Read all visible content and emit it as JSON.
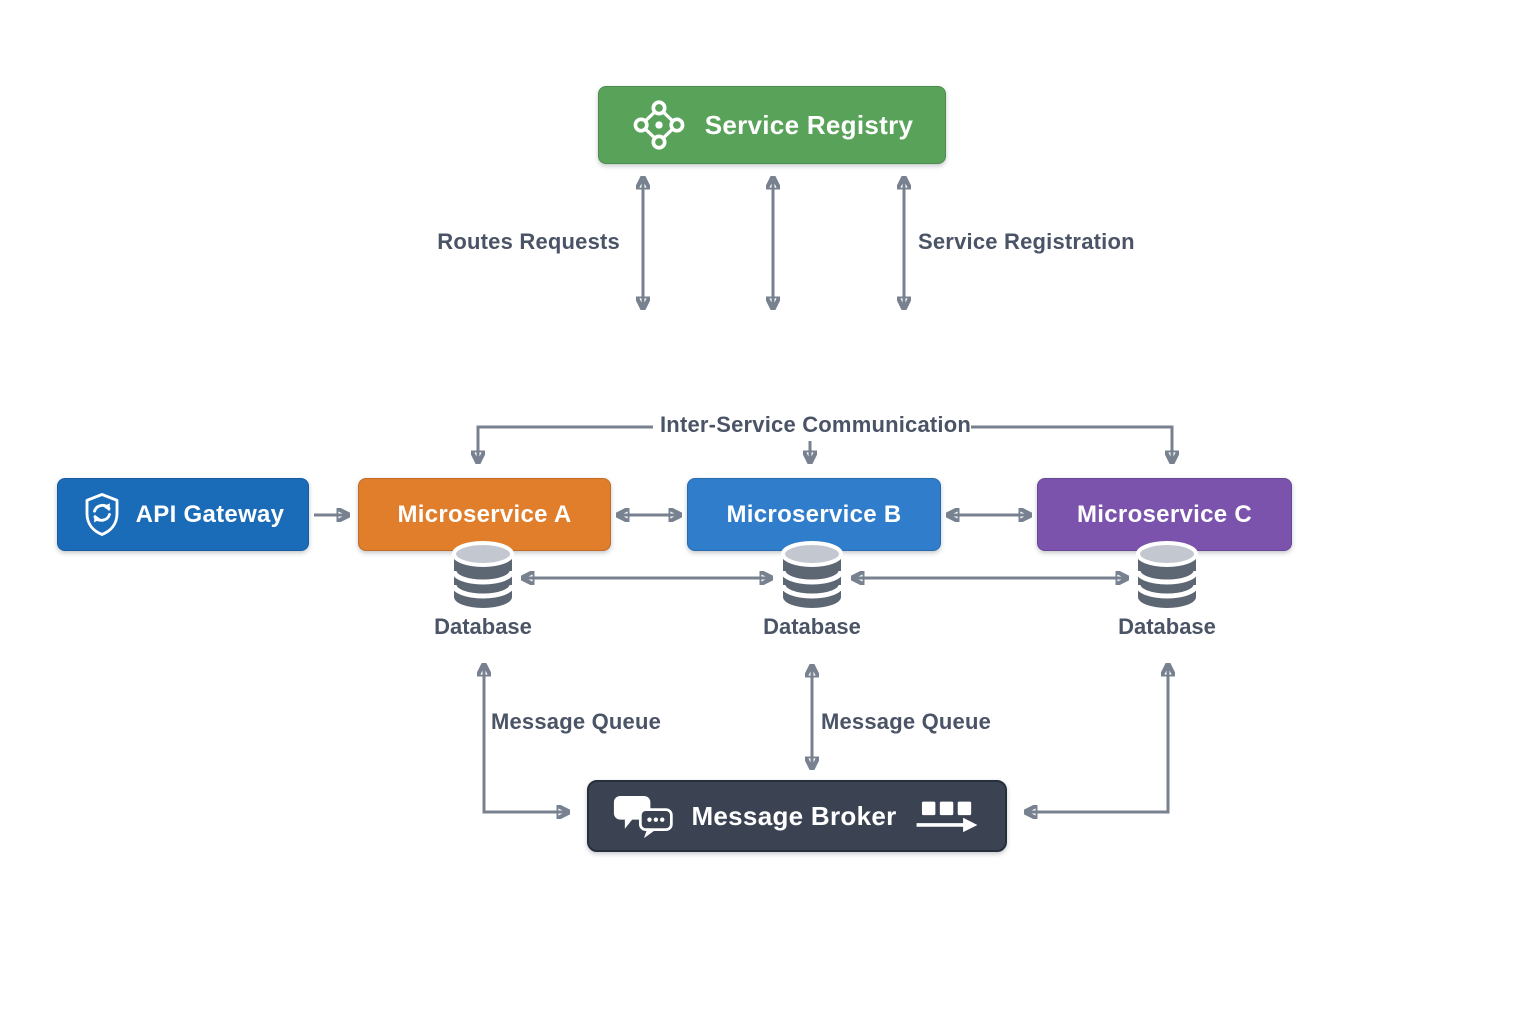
{
  "nodes": {
    "service_registry": {
      "label": "Service Registry",
      "color": "#58a259",
      "icon": "network-diamond-icon"
    },
    "api_gateway": {
      "label": "API Gateway",
      "color": "#1b6cb8",
      "icon": "shield-sync-icon"
    },
    "microservice_a": {
      "label": "Microservice A",
      "color": "#e07e2b"
    },
    "microservice_b": {
      "label": "Microservice B",
      "color": "#2f7dcb"
    },
    "microservice_c": {
      "label": "Microservice C",
      "color": "#7b53ad"
    },
    "database_a": {
      "label": "Database",
      "icon": "database-cylinder-icon"
    },
    "database_b": {
      "label": "Database",
      "icon": "database-cylinder-icon"
    },
    "database_c": {
      "label": "Database",
      "icon": "database-cylinder-icon"
    },
    "message_broker": {
      "label": "Message Broker",
      "color": "#3b4353",
      "icons": [
        "chat-bubbles-icon",
        "queue-arrow-icon"
      ]
    }
  },
  "labels": {
    "routes_requests": "Routes Requests",
    "service_registration": "Service Registration",
    "inter_service_communication": "Inter-Service Communication",
    "message_queue_left": "Message Queue",
    "message_queue_right": "Message Queue"
  },
  "colors": {
    "background": "#ffffff",
    "arrow": "#78818f",
    "label_text": "#4a5466",
    "database_body": "#5d6673",
    "database_top": "#c2c7d0"
  }
}
